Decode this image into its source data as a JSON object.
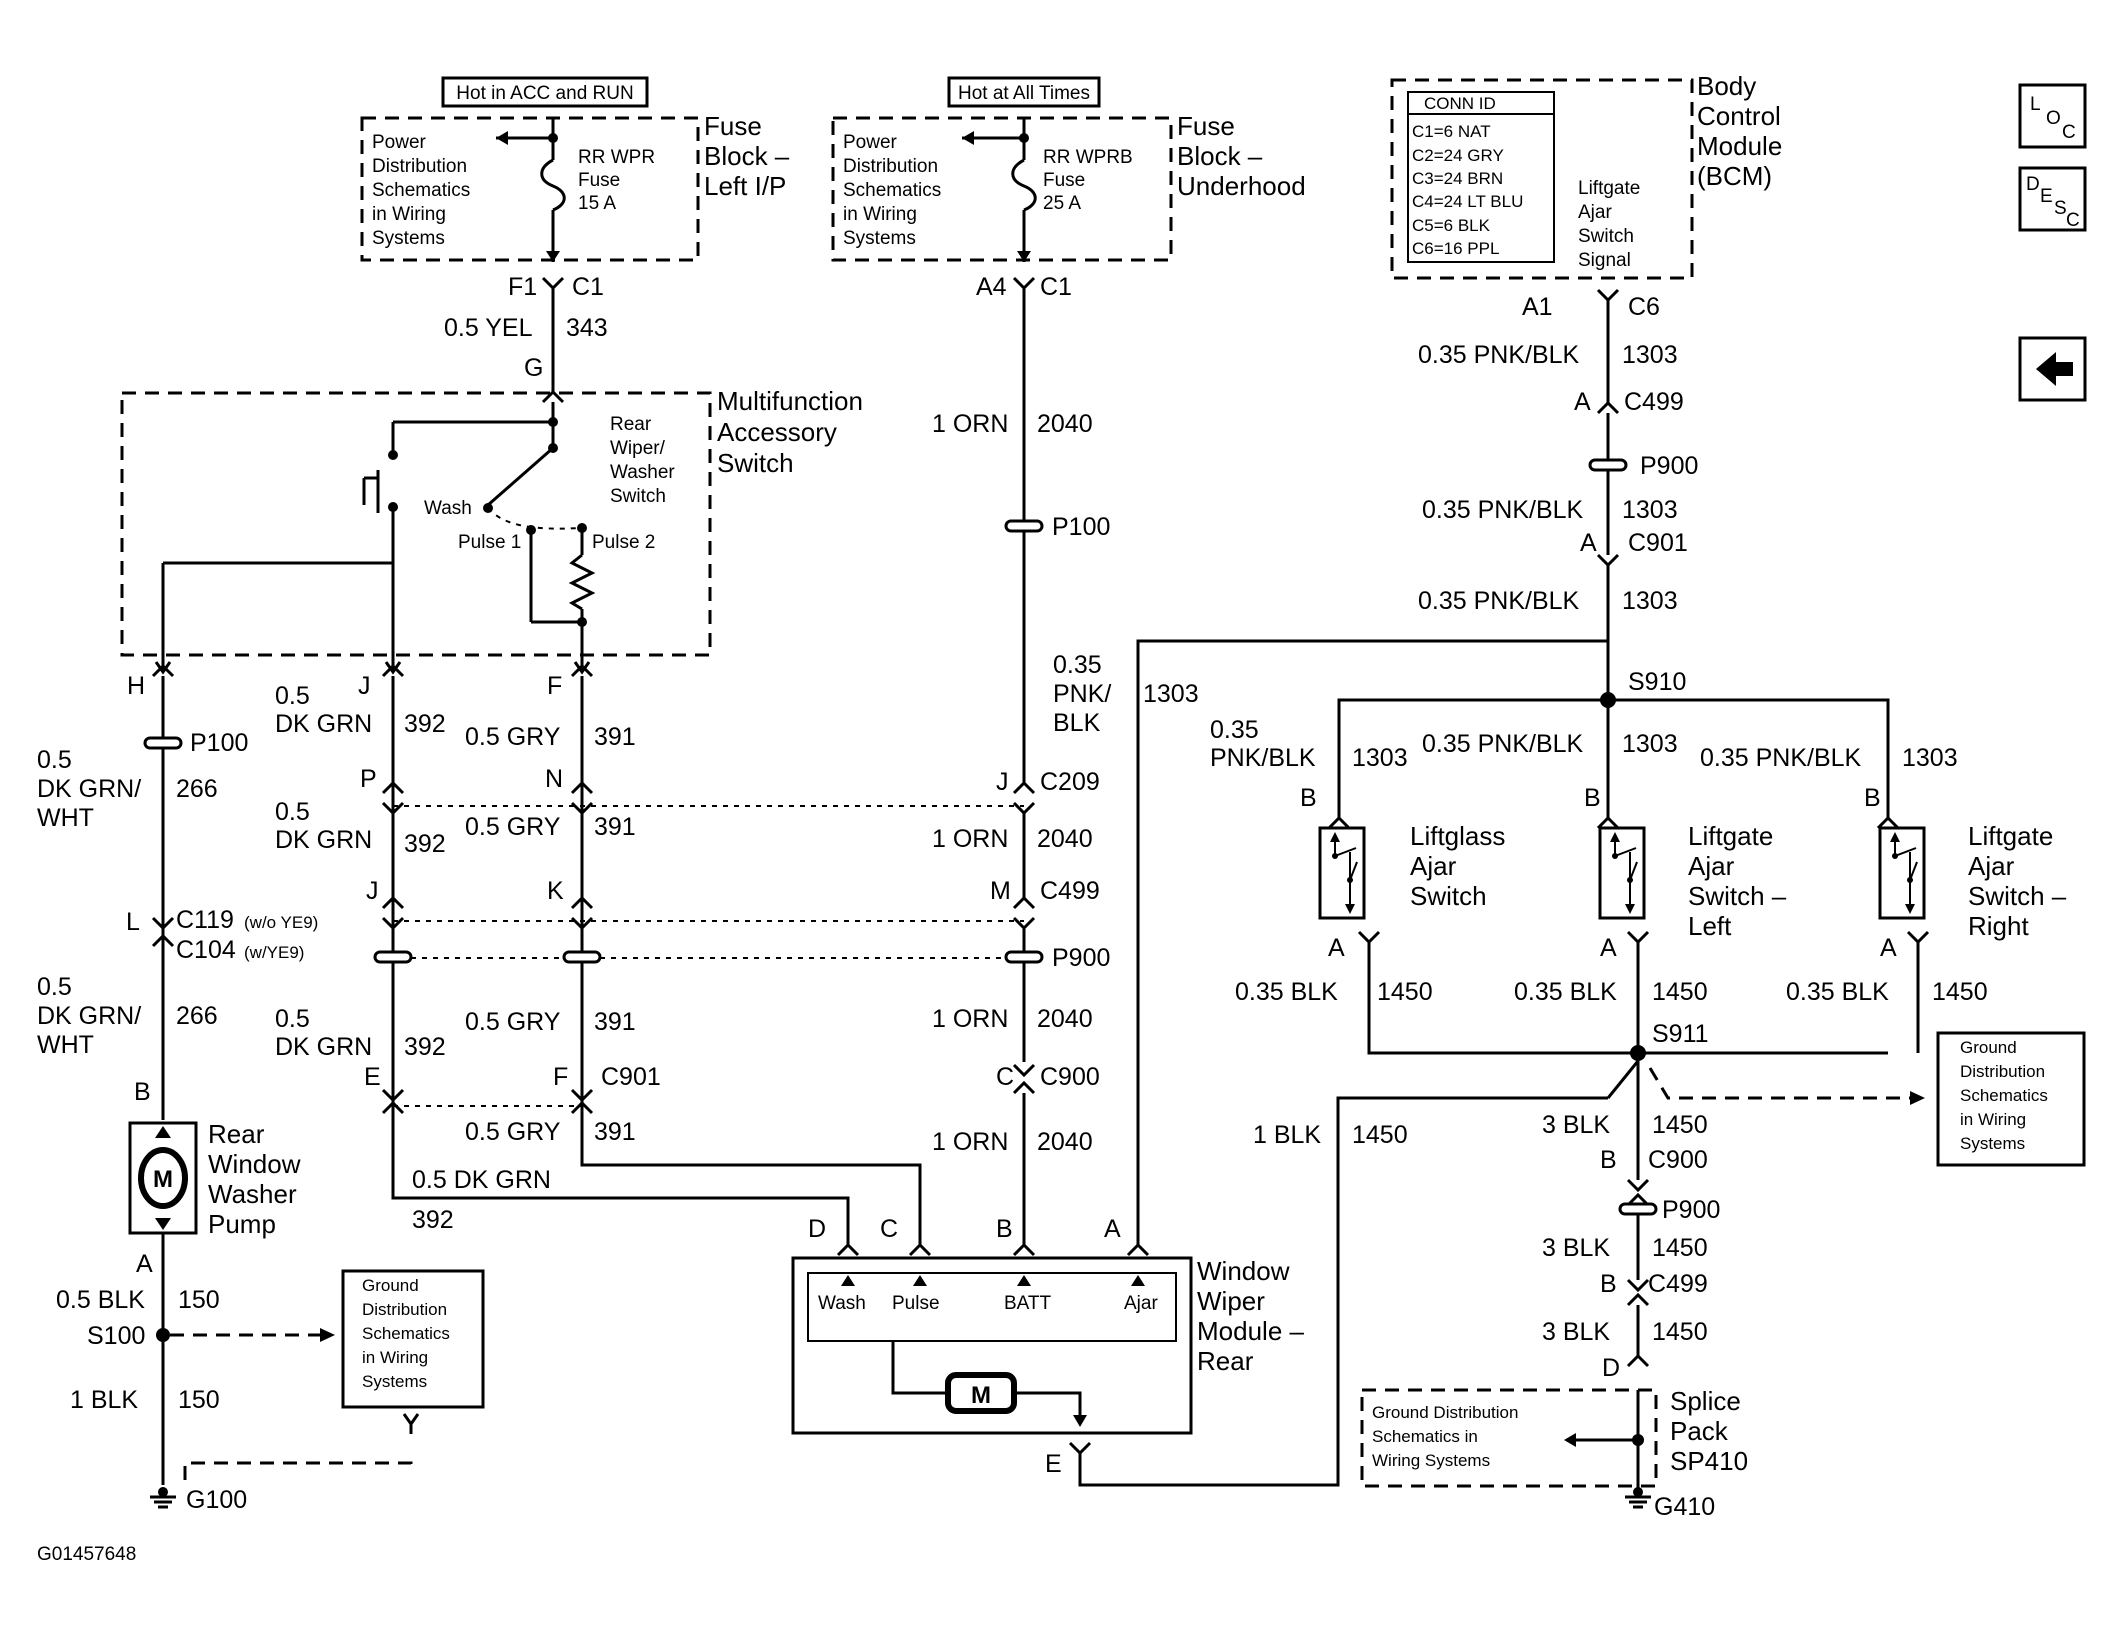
{
  "figure_id": "G01457648",
  "side_icons": {
    "loc": [
      "L",
      "O",
      "C"
    ],
    "desc": [
      "D",
      "E",
      "S",
      "C"
    ],
    "back": "←"
  },
  "fuse_left": {
    "hot_label": "Hot in ACC and RUN",
    "desc": [
      "Power",
      "Distribution",
      "Schematics",
      "in Wiring",
      "Systems"
    ],
    "fuse": [
      "RR WPR",
      "Fuse",
      "15 A"
    ],
    "title": [
      "Fuse",
      "Block –",
      "Left I/P"
    ],
    "pins": [
      "F1",
      "C1"
    ],
    "wire": [
      "0.5 YEL",
      "343"
    ],
    "pin_g": "G"
  },
  "fuse_under": {
    "hot_label": "Hot at All Times",
    "desc": [
      "Power",
      "Distribution",
      "Schematics",
      "in Wiring",
      "Systems"
    ],
    "fuse": [
      "RR WPRB",
      "Fuse",
      "25 A"
    ],
    "title": [
      "Fuse",
      "Block –",
      "Underhood"
    ],
    "pins": [
      "A4",
      "C1"
    ]
  },
  "bcm": {
    "conn_header": "CONN ID",
    "conns": [
      "C1=6 NAT",
      "C2=24 GRY",
      "C3=24 BRN",
      "C4=24 LT BLU",
      "C5=6 BLK",
      "C6=16 PPL"
    ],
    "signal": [
      "Liftgate",
      "Ajar",
      "Switch",
      "Signal"
    ],
    "title": [
      "Body",
      "Control",
      "Module",
      "(BCM)"
    ],
    "pins": [
      "A1",
      "C6"
    ]
  },
  "mf_switch": {
    "title": [
      "Multifunction",
      "Accessory",
      "Switch"
    ],
    "sw_label": [
      "Rear",
      "Wiper/",
      "Washer",
      "Switch"
    ],
    "wash": "Wash",
    "pulse1": "Pulse 1",
    "pulse2": "Pulse 2",
    "pins": [
      "H",
      "J",
      "F"
    ]
  },
  "left_col": {
    "w1": [
      "0.5",
      "DK GRN/",
      "WHT"
    ],
    "c1": "266",
    "p100": "P100",
    "pin_l": "L",
    "c119": "C119",
    "c119_note": "(w/o YE9)",
    "c104": "C104",
    "c104_note": "(w/YE9)",
    "w2": [
      "0.5",
      "DK GRN/",
      "WHT"
    ],
    "c2": "266",
    "pin_b": "B",
    "pump": [
      "Rear",
      "Window",
      "Washer",
      "Pump"
    ],
    "pin_a": "A",
    "w3": "0.5 BLK",
    "c3": "150",
    "s100": "S100",
    "w4": "1 BLK",
    "c4": "150",
    "ground": [
      "Ground",
      "Distribution",
      "Schematics",
      "in Wiring",
      "Systems"
    ],
    "g100": "G100"
  },
  "mid_cols": {
    "j_w1": [
      "0.5",
      "DK GRN"
    ],
    "j_c1": "392",
    "f_w1": "0.5 GRY",
    "f_c1": "391",
    "pin_p": "P",
    "pin_n": "N",
    "j_w2": [
      "0.5",
      "DK GRN"
    ],
    "j_c2": "392",
    "f_w2": "0.5 GRY",
    "f_c2": "391",
    "pin_j": "J",
    "pin_k": "K",
    "j_w3": [
      "0.5",
      "DK GRN"
    ],
    "j_c3": "392",
    "f_w3": "0.5 GRY",
    "f_c3": "391",
    "pin_e": "E",
    "pin_f": "F",
    "c901": "C901",
    "f_w4": "0.5 GRY",
    "f_c4": "391",
    "j_w5": "0.5 DK GRN",
    "j_c5": "392"
  },
  "batt_col": {
    "w1": "1 ORN",
    "c1": "2040",
    "p100": "P100",
    "pin_j": "J",
    "c209": "C209",
    "w2": "1 ORN",
    "c2": "2040",
    "pin_m": "M",
    "c499": "C499",
    "p900": "P900",
    "w3": "1 ORN",
    "c3": "2040",
    "pin_c": "C",
    "c900": "C900",
    "w4": "1 ORN",
    "c4": "2040",
    "ajar_wire": [
      "0.35",
      "PNK/",
      "BLK"
    ],
    "ajar_circuit": "1303"
  },
  "wiper_module": {
    "pins_top": [
      "D",
      "C",
      "B",
      "A"
    ],
    "inner": [
      "Wash",
      "Pulse",
      "BATT",
      "Ajar"
    ],
    "title": [
      "Window",
      "Wiper",
      "Module –",
      "Rear"
    ],
    "pin_e": "E",
    "motor": "M"
  },
  "bcm_col": {
    "w1": "0.35 PNK/BLK",
    "c1": "1303",
    "pin_a": "A",
    "c499": "C499",
    "p900": "P900",
    "w2": "0.35 PNK/BLK",
    "c2": "1303",
    "pin_a2": "A",
    "c901": "C901",
    "w3": "0.35 PNK/BLK",
    "c3": "1303",
    "s910": "S910"
  },
  "ajar_switches": [
    {
      "wire": [
        "0.35",
        "PNK/BLK"
      ],
      "circuit": "1303",
      "pin_top": "B",
      "name": [
        "Liftglass",
        "Ajar",
        "Switch"
      ],
      "pin_bot": "A",
      "gwire": "0.35 BLK",
      "gcircuit": "1450"
    },
    {
      "wire": [
        "0.35 PNK/BLK"
      ],
      "circuit": "1303",
      "pin_top": "B",
      "name": [
        "Liftgate",
        "Ajar",
        "Switch –",
        "Left"
      ],
      "pin_bot": "A",
      "gwire": "0.35 BLK",
      "gcircuit": "1450"
    },
    {
      "wire": [
        "0.35 PNK/BLK"
      ],
      "circuit": "1303",
      "pin_top": "B",
      "name": [
        "Liftgate",
        "Ajar",
        "Switch –",
        "Right"
      ],
      "pin_bot": "A",
      "gwire": "0.35 BLK",
      "gcircuit": "1450"
    }
  ],
  "right_ground": {
    "s911": "S911",
    "gbox": [
      "Ground",
      "Distribution",
      "Schematics",
      "in Wiring",
      "Systems"
    ],
    "w_e": "1 BLK",
    "c_e": "1450",
    "w1": "3 BLK",
    "c1": "1450",
    "pin_b": "B",
    "c900": "C900",
    "p900": "P900",
    "w2": "3 BLK",
    "c2": "1450",
    "pin_b2": "B",
    "c499": "C499",
    "w3": "3 BLK",
    "c3": "1450",
    "pin_d": "D",
    "splice_box": [
      "Ground Distribution",
      "Schematics in",
      "Wiring Systems"
    ],
    "splice": [
      "Splice",
      "Pack",
      "SP410"
    ],
    "g410": "G410"
  }
}
